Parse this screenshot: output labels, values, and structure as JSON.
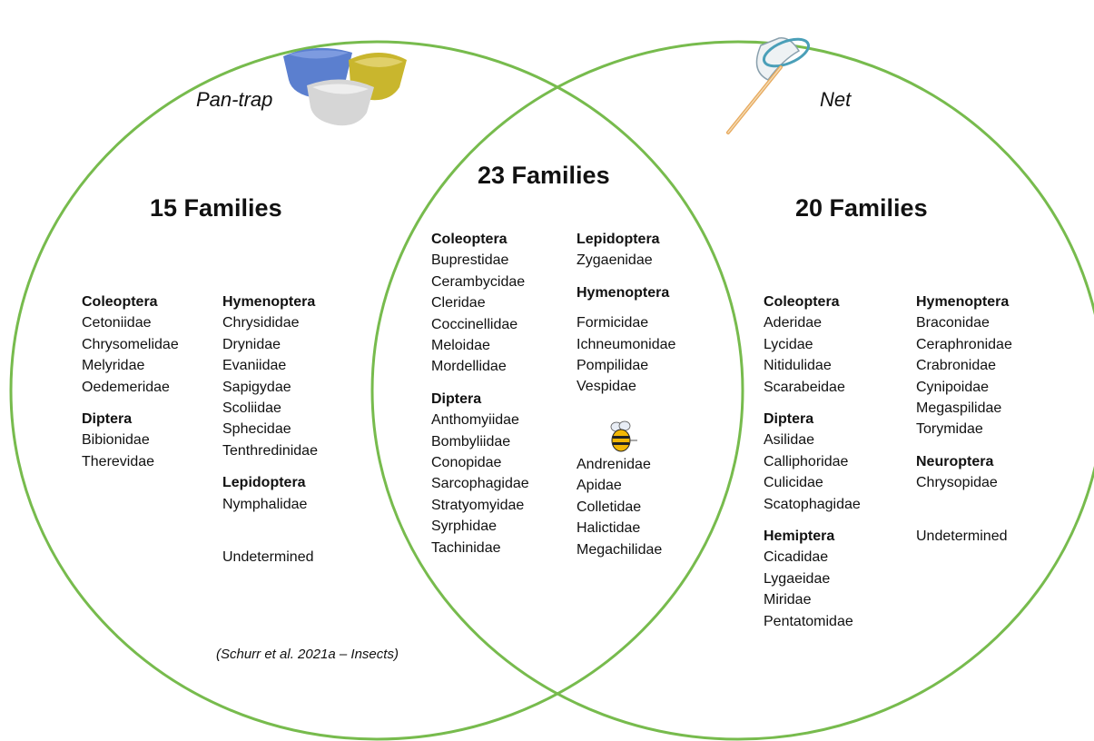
{
  "diagram": {
    "left": {
      "label": "Pan-trap",
      "count": "15 Families",
      "col1": [
        {
          "order": "Coleoptera",
          "families": [
            "Cetoniidae",
            "Chrysomelidae",
            "Melyridae",
            "Oedemeridae"
          ]
        },
        {
          "order": "Diptera",
          "families": [
            "Bibionidae",
            "Therevidae"
          ]
        }
      ],
      "col2": [
        {
          "order": "Hymenoptera",
          "families": [
            "Chrysididae",
            "Drynidae",
            "Evaniidae",
            "Sapigydae",
            "Scoliidae",
            "Sphecidae",
            "Tenthredinidae"
          ]
        },
        {
          "order": "Lepidoptera",
          "families": [
            "Nymphalidae"
          ]
        }
      ],
      "undetermined": "Undetermined"
    },
    "center": {
      "count": "23 Families",
      "col1": [
        {
          "order": "Coleoptera",
          "families": [
            "Buprestidae",
            "Cerambycidae",
            "Cleridae",
            "Coccinellidae",
            "Meloidae",
            "Mordellidae"
          ]
        },
        {
          "order": "Diptera",
          "families": [
            "Anthomyiidae",
            "Bombyliidae",
            "Conopidae",
            "Sarcophagidae",
            "Stratyomyidae",
            "Syrphidae",
            "Tachinidae"
          ]
        }
      ],
      "col2": [
        {
          "order": "Lepidoptera",
          "families": [
            "Zygaenidae"
          ]
        },
        {
          "order": "Hymenoptera",
          "families": [
            "Formicidae",
            "Ichneumonidae",
            "Pompilidae",
            "Vespidae"
          ]
        }
      ],
      "bee_families": [
        "Andrenidae",
        "Apidae",
        "Colletidae",
        "Halictidae",
        "Megachilidae"
      ]
    },
    "right": {
      "label": "Net",
      "count": "20 Families",
      "col1": [
        {
          "order": "Coleoptera",
          "families": [
            "Aderidae",
            "Lycidae",
            "Nitidulidae",
            "Scarabeidae"
          ]
        },
        {
          "order": "Diptera",
          "families": [
            "Asilidae",
            "Calliphoridae",
            "Culicidae",
            "Scatophagidae"
          ]
        },
        {
          "order": "Hemiptera",
          "families": [
            "Cicadidae",
            "Lygaeidae",
            "Miridae",
            "Pentatomidae"
          ]
        }
      ],
      "col2": [
        {
          "order": "Hymenoptera",
          "families": [
            "Braconidae",
            "Ceraphronidae",
            "Crabronidae",
            "Cynipoidae",
            "Megaspilidae",
            "Torymidae"
          ]
        },
        {
          "order": "Neuroptera",
          "families": [
            "Chrysopidae"
          ]
        }
      ],
      "undetermined": "Undetermined"
    },
    "citation": "(Schurr et al. 2021a – Insects)",
    "colors": {
      "circle": "#77bb4d",
      "bowl_blue": "#5b7fcf",
      "bowl_yellow": "#c9b62d",
      "bowl_white": "#d6d6d6",
      "bee": "#f2b705"
    },
    "icons": [
      "pan-trap-bowls-icon",
      "insect-net-icon",
      "bee-icon"
    ]
  }
}
